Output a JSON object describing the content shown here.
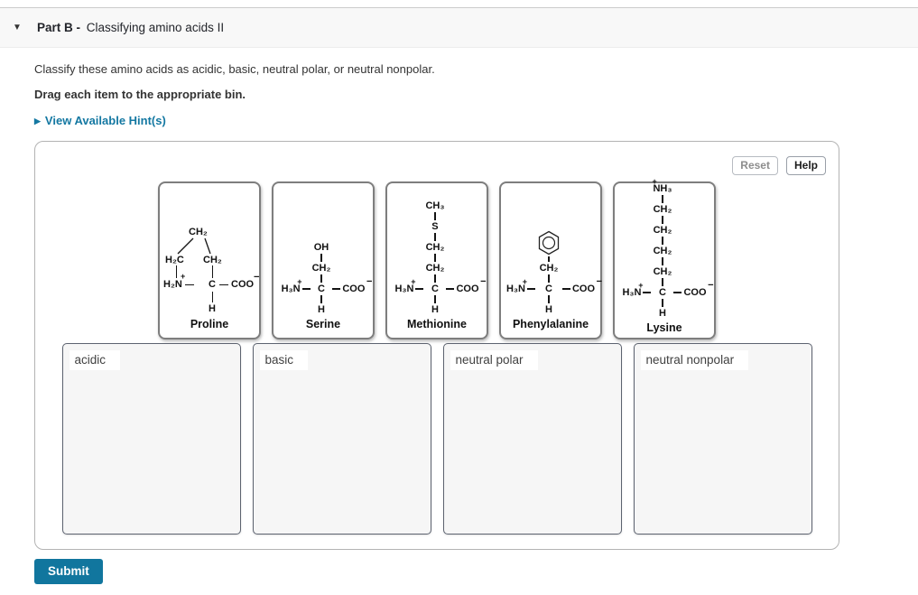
{
  "header": {
    "collapse_icon": "▼",
    "part_label": "Part B - ",
    "title": "Classifying amino acids II"
  },
  "instructions": {
    "line1": "Classify these amino acids as acidic, basic, neutral polar, or neutral nonpolar.",
    "line2": "Drag each item to the appropriate bin.",
    "hint_arrow": "▶",
    "hint_link": "View Available Hint(s)"
  },
  "toolbar": {
    "reset_label": "Reset",
    "help_label": "Help"
  },
  "submit_label": "Submit",
  "colors": {
    "link_teal": "#1478a2",
    "submit_teal": "#11769e",
    "bin_background": "#f6f6f6",
    "bin_border": "#5d6370",
    "card_border": "#7e7e7e"
  },
  "cards": [
    {
      "label": "Proline",
      "type": "ring",
      "ring": {
        "top": "CH₂",
        "left": "H₂C",
        "right": "CH₂",
        "n": "H₂N",
        "n_charge": "+",
        "alpha": "C",
        "coo": "COO",
        "coo_charge": "−",
        "h": "H"
      }
    },
    {
      "label": "Serine",
      "type": "linear",
      "chain": [
        {
          "t": "OH"
        },
        {
          "t": "CH₂"
        }
      ],
      "backbone": {
        "left": "H₃N",
        "left_charge": "+",
        "alpha": "C",
        "right": "COO",
        "right_charge": "−",
        "below": "H"
      }
    },
    {
      "label": "Methionine",
      "type": "linear",
      "chain": [
        {
          "t": "CH₃"
        },
        {
          "t": "S"
        },
        {
          "t": "CH₂"
        },
        {
          "t": "CH₂"
        }
      ],
      "backbone": {
        "left": "H₃N",
        "left_charge": "+",
        "alpha": "C",
        "right": "COO",
        "right_charge": "−",
        "below": "H"
      }
    },
    {
      "label": "Phenylalanine",
      "type": "linear",
      "chain": [
        {
          "ring": "benzene"
        },
        {
          "t": "CH₂"
        }
      ],
      "backbone": {
        "left": "H₃N",
        "left_charge": "+",
        "alpha": "C",
        "right": "COO",
        "right_charge": "−",
        "below": "H"
      }
    },
    {
      "label": "Lysine",
      "type": "linear",
      "chain": [
        {
          "t": "NH₃",
          "charge": "+",
          "charge_pos": "l"
        },
        {
          "t": "CH₂"
        },
        {
          "t": "CH₂"
        },
        {
          "t": "CH₂"
        },
        {
          "t": "CH₂"
        }
      ],
      "backbone": {
        "left": "H₃N",
        "left_charge": "+",
        "alpha": "C",
        "right": "COO",
        "right_charge": "−",
        "below": "H"
      }
    }
  ],
  "bins": [
    {
      "label": "acidic"
    },
    {
      "label": "basic"
    },
    {
      "label": "neutral polar"
    },
    {
      "label": "neutral nonpolar"
    }
  ]
}
